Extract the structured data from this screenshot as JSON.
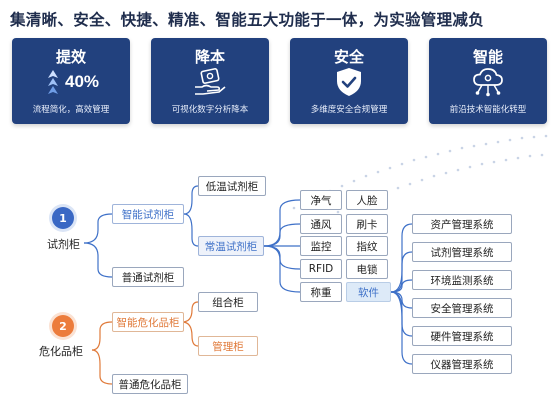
{
  "headline": "集清晰、安全、快捷、精准、智能五大功能于一体，为实验管理减负",
  "colors": {
    "card_bg": "#22417e",
    "blue_accent": "#3f71c8",
    "orange_accent": "#e07a3a"
  },
  "cards": [
    {
      "title": "提效",
      "icon": "percent-icon",
      "icon_text": "40%",
      "desc": "流程简化，高效管理"
    },
    {
      "title": "降本",
      "icon": "hand-coin-icon",
      "desc": "可视化数字分析降本"
    },
    {
      "title": "安全",
      "icon": "shield-check-icon",
      "desc": "多维度安全合规管理"
    },
    {
      "title": "智能",
      "icon": "cloud-network-icon",
      "desc": "前沿技术智能化转型"
    }
  ],
  "diagram": {
    "root1": {
      "number": "1",
      "label": "试剂柜"
    },
    "root2": {
      "number": "2",
      "label": "危化品柜"
    },
    "smart_reagent": "智能试剂柜",
    "ordinary_reagent": "普通试剂柜",
    "low_temp": "低温试剂柜",
    "normal_temp": "常温试剂柜",
    "smart_hazard": "智能危化品柜",
    "ordinary_hazard": "普通危化品柜",
    "combo_cabinet": "组合柜",
    "management_cabinet": "管理柜",
    "features_left": [
      "净气",
      "通风",
      "监控",
      "RFID",
      "称重"
    ],
    "features_right": [
      "人脸",
      "刷卡",
      "指纹",
      "电锁",
      "软件"
    ],
    "systems": [
      "资产管理系统",
      "试剂管理系统",
      "环境监测系统",
      "安全管理系统",
      "硬件管理系统",
      "仪器管理系统"
    ]
  }
}
